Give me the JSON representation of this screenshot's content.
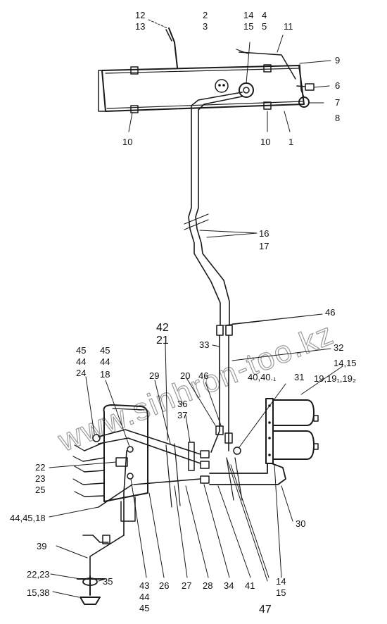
{
  "watermark": "www.sinhron-too.kz",
  "callouts": {
    "c12": "12",
    "c13": "13",
    "c2": "2",
    "c3": "3",
    "c14a": "14",
    "c15a": "15",
    "c4": "4",
    "c5": "5",
    "c11": "11",
    "c9": "9",
    "c6": "6",
    "c7": "7",
    "c8": "8",
    "c10l": "10",
    "c10r": "10",
    "c1": "1",
    "c16": "16",
    "c17": "17",
    "c46top": "46",
    "c42": "42",
    "c21": "21",
    "c33": "33",
    "c32": "32",
    "c45a": "45",
    "c44a": "44",
    "c24": "24",
    "c45b": "45",
    "c44b": "44",
    "c18": "18",
    "c1415r": "14,15",
    "c19": "19,19₁,19₂",
    "c29": "29",
    "c20": "20",
    "c46mid": "46",
    "c4040": "40,40.₁",
    "c31": "31",
    "c36": "36",
    "c37": "37",
    "c22": "22",
    "c23": "23",
    "c25": "25",
    "c444518": "44,45,18",
    "c30": "30",
    "c39": "39",
    "c2223": "22,23",
    "c35": "35",
    "c1538": "15,38",
    "c43": "43",
    "c44c": "44",
    "c45c": "45",
    "c26": "26",
    "c27": "27",
    "c28": "28",
    "c34": "34",
    "c41": "41",
    "c14b": "14",
    "c15b": "15",
    "c47": "47"
  }
}
